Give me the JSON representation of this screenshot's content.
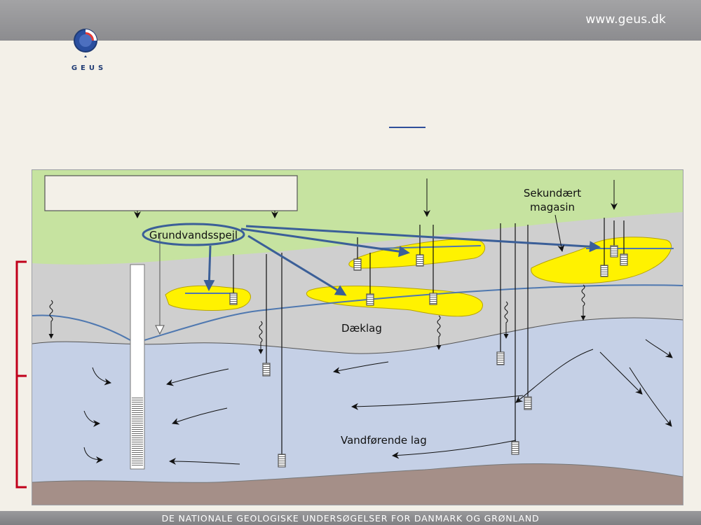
{
  "header": {
    "url": "www.geus.dk"
  },
  "logo": {
    "text": "GEUS"
  },
  "diagram": {
    "labels": {
      "groundwater_table": "Grundvandsspejl",
      "secondary_aquifer_line1": "Sekundært",
      "secondary_aquifer_line2": "magasin",
      "cover_layer": "Dæklag",
      "aquifer_layer": "Vandførende lag"
    }
  },
  "footer": {
    "text": "DE NATIONALE GEOLOGISKE UNDERSØGELSER FOR DANMARK OG GRØNLAND"
  },
  "colors": {
    "topbar": "#929295",
    "background": "#f3f0e8",
    "surface_green": "#c6e3a0",
    "cover_gray": "#cfcfcf",
    "aquifer_blue": "#c5d0e6",
    "bedrock_brown": "#a58f88",
    "lens_yellow": "#fff200",
    "water_line": "#4f78b0",
    "arrow_blue": "#3b5f98",
    "bracket_red": "#c0001a"
  }
}
